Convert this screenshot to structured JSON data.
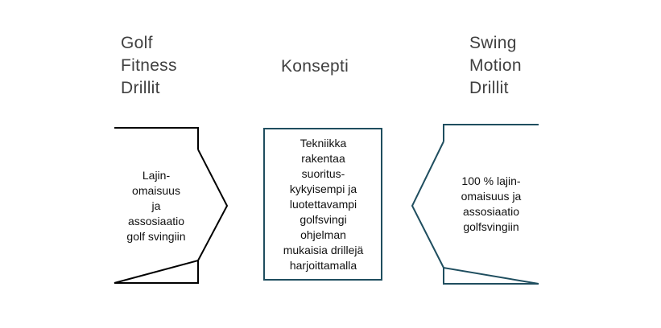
{
  "headings": {
    "left": "Golf\nFitness\nDrillit",
    "middle": "Konsepti",
    "right": "Swing\nMotion\nDrillit"
  },
  "boxes": {
    "left": "Lajin-\nomaisuus\nja\nassosiaatio\ngolf svingiin",
    "middle": "Tekniikka\nrakentaa\nsuoritus-\nkykyisempi ja\nluotettavampi\ngolfsvingi\nohjelman\nmukaisia drillejä\nharjoittamalla",
    "right": "100 % lajin-\nomaisuus ja\nassosiaatio\ngolfsvingiin"
  },
  "colors": {
    "heading_text": "#404040",
    "left_box_stroke": "#000000",
    "teal_box_stroke": "#1f4e5f"
  }
}
